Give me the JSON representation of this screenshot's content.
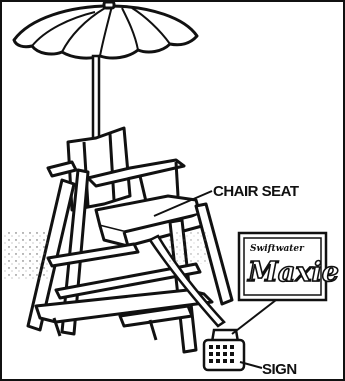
{
  "diagram": {
    "labels": {
      "chair_seat": "CHAIR SEAT",
      "sign": "SIGN"
    },
    "sign_art": {
      "brand_small": "Swiftwater",
      "brand_large": "Maxie"
    }
  }
}
